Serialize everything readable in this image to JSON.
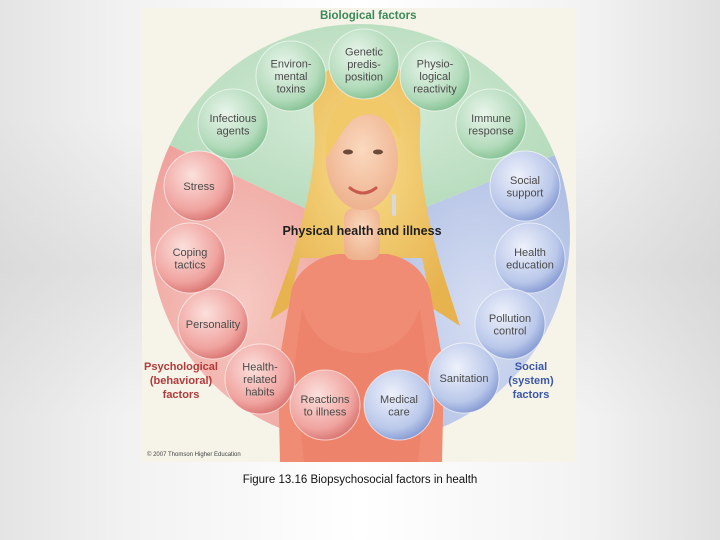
{
  "figure": {
    "categories": {
      "biological": "Biological factors",
      "psychological": [
        "Psychological",
        "(behavioral)",
        "factors"
      ],
      "social": [
        "Social",
        "(system)",
        "factors"
      ]
    },
    "center_label": "Physical health and illness",
    "copyright": "© 2007 Thomson Higher Education",
    "factors": [
      {
        "group": "biological",
        "lines": [
          "Genetic",
          "predis-",
          "position"
        ]
      },
      {
        "group": "biological",
        "lines": [
          "Physio-",
          "logical",
          "reactivity"
        ]
      },
      {
        "group": "biological",
        "lines": [
          "Immune",
          "response"
        ]
      },
      {
        "group": "social",
        "lines": [
          "Social",
          "support"
        ]
      },
      {
        "group": "social",
        "lines": [
          "Health",
          "education"
        ]
      },
      {
        "group": "social",
        "lines": [
          "Pollution",
          "control"
        ]
      },
      {
        "group": "social",
        "lines": [
          "Sanitation"
        ]
      },
      {
        "group": "social",
        "lines": [
          "Medical",
          "care"
        ]
      },
      {
        "group": "psychological",
        "lines": [
          "Reactions",
          "to illness"
        ]
      },
      {
        "group": "psychological",
        "lines": [
          "Health-",
          "related",
          "habits"
        ]
      },
      {
        "group": "psychological",
        "lines": [
          "Personality"
        ]
      },
      {
        "group": "psychological",
        "lines": [
          "Coping",
          "tactics"
        ]
      },
      {
        "group": "psychological",
        "lines": [
          "Stress"
        ]
      },
      {
        "group": "biological",
        "lines": [
          "Infectious",
          "agents"
        ]
      },
      {
        "group": "biological",
        "lines": [
          "Environ-",
          "mental",
          "toxins"
        ]
      }
    ],
    "colors": {
      "biological": "#b6dcbc",
      "psychological": "#ee9a9a",
      "social": "#b4c4e8"
    }
  },
  "caption": "Figure 13.16  Biopsychosocial factors in health"
}
